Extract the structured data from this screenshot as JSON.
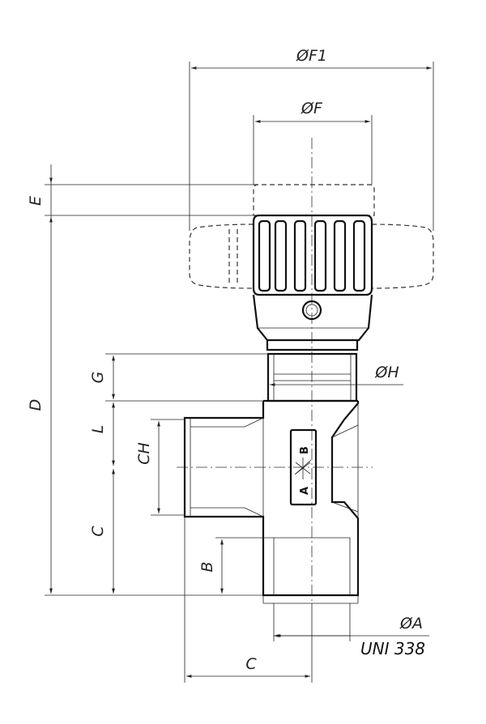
{
  "dimensions": {
    "f1": "ØF1",
    "f": "ØF",
    "e": "E",
    "d": "D",
    "h": "ØH",
    "g": "G",
    "l": "L",
    "ch": "CH",
    "c_vertical": "C",
    "b": "B",
    "a": "ØA",
    "c_horizontal": "C"
  },
  "standard": "UNI 338",
  "flow_marks": {
    "inlet": "A",
    "outlet": "B"
  }
}
